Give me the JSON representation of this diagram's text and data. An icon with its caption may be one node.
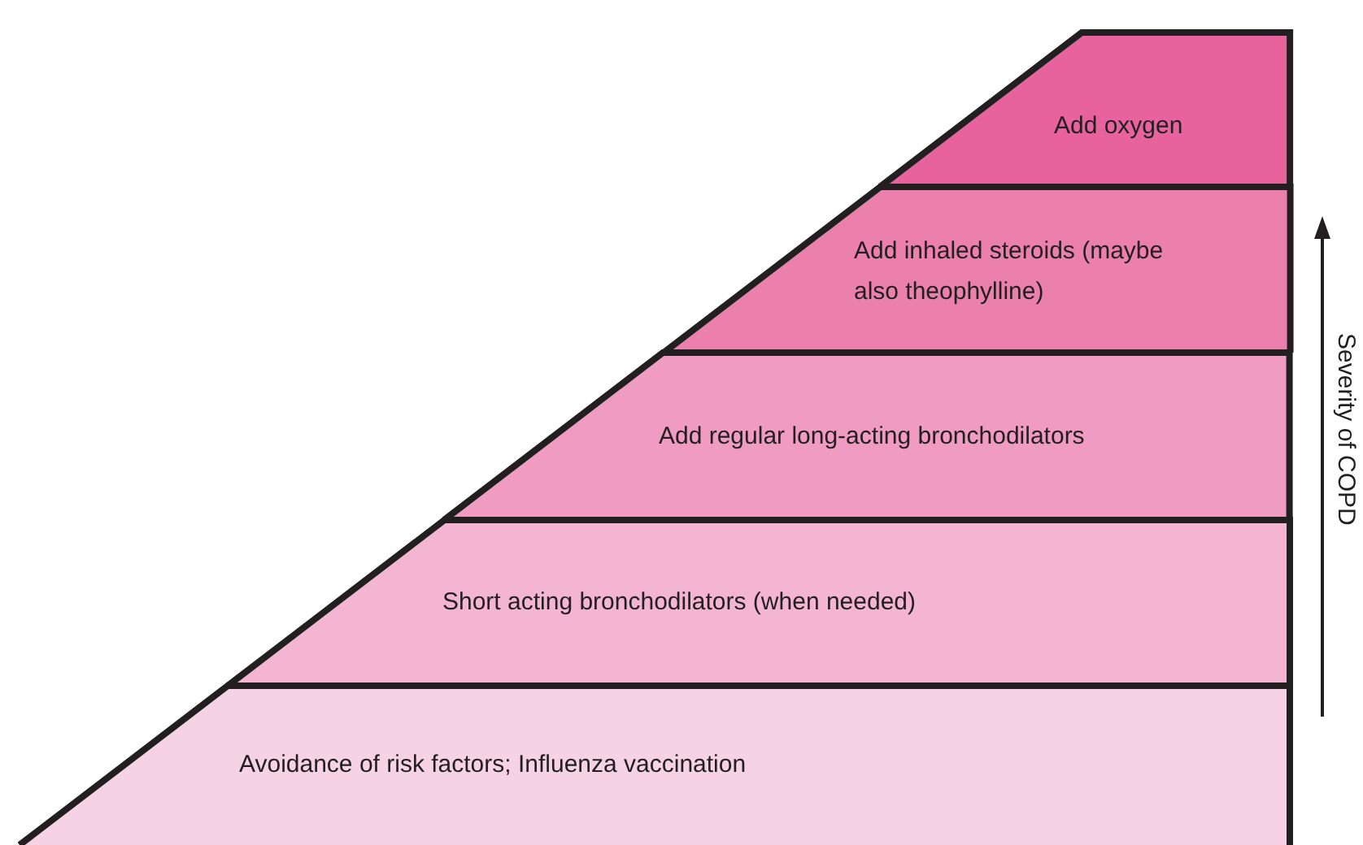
{
  "diagram": {
    "nodes": [
      {
        "text": [
          "Add oxygen"
        ]
      },
      {
        "text": [
          "Add inhaled steroids (maybe also theophylline)"
        ]
      },
      {
        "text": [
          "Add regular long-acting bronchodilators"
        ]
      },
      {
        "text": [
          "Short acting bronchodilators (when needed)"
        ]
      },
      {
        "text": [
          "Avoidance of risk factors; Influenza vaccination"
        ]
      }
    ],
    "labels": [
      "Severity of COPD"
    ]
  }
}
